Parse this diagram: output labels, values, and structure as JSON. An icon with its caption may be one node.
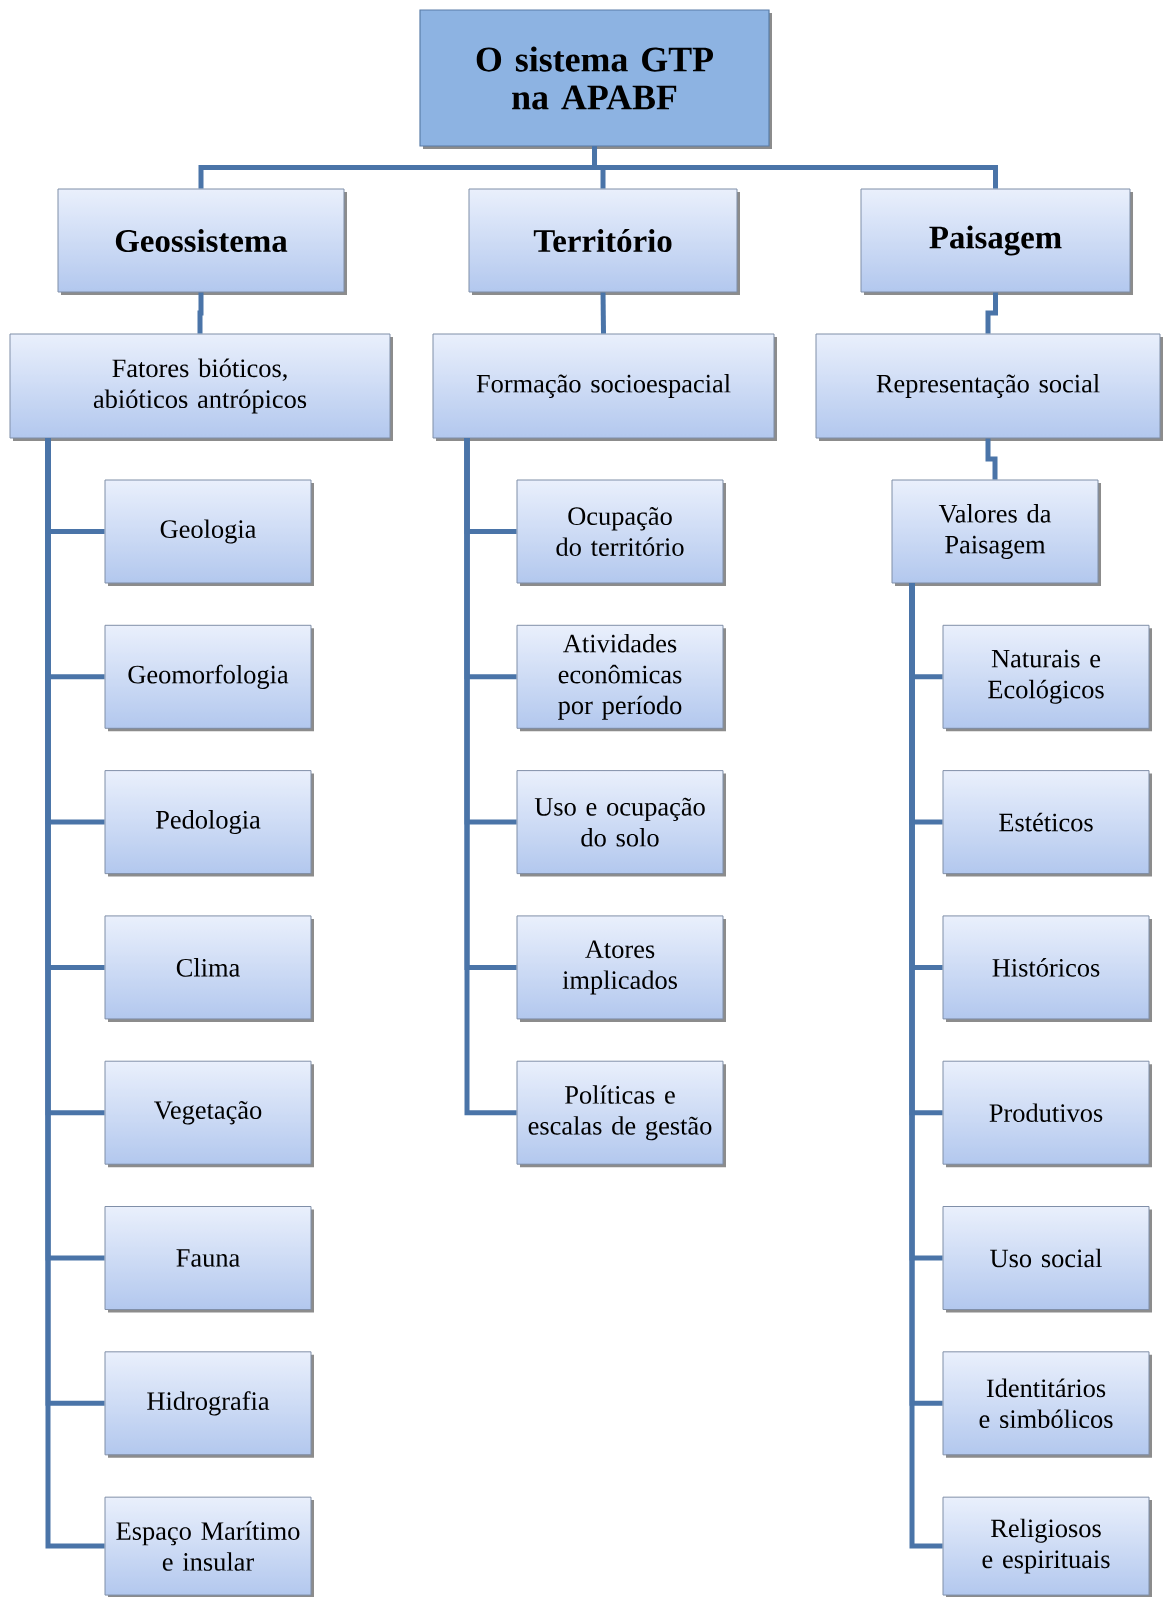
{
  "diagram": {
    "nodes": [
      {
        "text": [
          "O sistema GTP na APABF"
        ]
      },
      {
        "text": [
          "Geossistema"
        ]
      },
      {
        "text": [
          "Território"
        ]
      },
      {
        "text": [
          "Paisagem"
        ]
      },
      {
        "text": [
          "Fatores bióticos, abióticos antrópicos"
        ]
      },
      {
        "text": [
          "Formação socioespacial"
        ]
      },
      {
        "text": [
          "Representação social"
        ]
      },
      {
        "text": [
          "Geologia"
        ]
      },
      {
        "text": [
          "Geomorfologia"
        ]
      },
      {
        "text": [
          "Pedologia"
        ]
      },
      {
        "text": [
          "Clima"
        ]
      },
      {
        "text": [
          "Vegetação"
        ]
      },
      {
        "text": [
          "Fauna"
        ]
      },
      {
        "text": [
          "Hidrografia"
        ]
      },
      {
        "text": [
          "Espaço Marítimo e insular"
        ]
      },
      {
        "text": [
          "Ocupação do território"
        ]
      },
      {
        "text": [
          "Atividades econômicas por período"
        ]
      },
      {
        "text": [
          "Uso e ocupação do solo"
        ]
      },
      {
        "text": [
          "Atores implicados"
        ]
      },
      {
        "text": [
          "Políticas e escalas de gestão"
        ]
      },
      {
        "text": [
          "Valores da Paisagem"
        ]
      },
      {
        "text": [
          "Naturais e Ecológicos"
        ]
      },
      {
        "text": [
          "Estéticos"
        ]
      },
      {
        "text": [
          "Históricos"
        ]
      },
      {
        "text": [
          "Produtivos"
        ]
      },
      {
        "text": [
          "Uso social"
        ]
      },
      {
        "text": [
          "Identitários e simbólicos"
        ]
      },
      {
        "text": [
          "Religiosos e espirituais"
        ]
      }
    ],
    "edges": [
      {
        "from": 0,
        "to": 1,
        "arrow": "none"
      },
      {
        "from": 0,
        "to": 2,
        "arrow": "none"
      },
      {
        "from": 0,
        "to": 3,
        "arrow": "none"
      },
      {
        "from": 1,
        "to": 4,
        "arrow": "none"
      },
      {
        "from": 2,
        "to": 5,
        "arrow": "none"
      },
      {
        "from": 3,
        "to": 6,
        "arrow": "none"
      },
      {
        "from": 4,
        "to": 7,
        "arrow": "none"
      },
      {
        "from": 4,
        "to": 8,
        "arrow": "none"
      },
      {
        "from": 4,
        "to": 9,
        "arrow": "none"
      },
      {
        "from": 4,
        "to": 10,
        "arrow": "none"
      },
      {
        "from": 4,
        "to": 11,
        "arrow": "none"
      },
      {
        "from": 4,
        "to": 12,
        "arrow": "none"
      },
      {
        "from": 4,
        "to": 13,
        "arrow": "none"
      },
      {
        "from": 4,
        "to": 14,
        "arrow": "none"
      },
      {
        "from": 5,
        "to": 15,
        "arrow": "none"
      },
      {
        "from": 5,
        "to": 16,
        "arrow": "none"
      },
      {
        "from": 5,
        "to": 17,
        "arrow": "none"
      },
      {
        "from": 5,
        "to": 18,
        "arrow": "none"
      },
      {
        "from": 5,
        "to": 19,
        "arrow": "none"
      },
      {
        "from": 6,
        "to": 20,
        "arrow": "none"
      },
      {
        "from": 20,
        "to": 21,
        "arrow": "none"
      },
      {
        "from": 20,
        "to": 22,
        "arrow": "none"
      },
      {
        "from": 20,
        "to": 23,
        "arrow": "none"
      },
      {
        "from": 20,
        "to": 24,
        "arrow": "none"
      },
      {
        "from": 20,
        "to": 25,
        "arrow": "none"
      },
      {
        "from": 20,
        "to": 26,
        "arrow": "none"
      },
      {
        "from": 20,
        "to": 27,
        "arrow": "none"
      }
    ]
  }
}
